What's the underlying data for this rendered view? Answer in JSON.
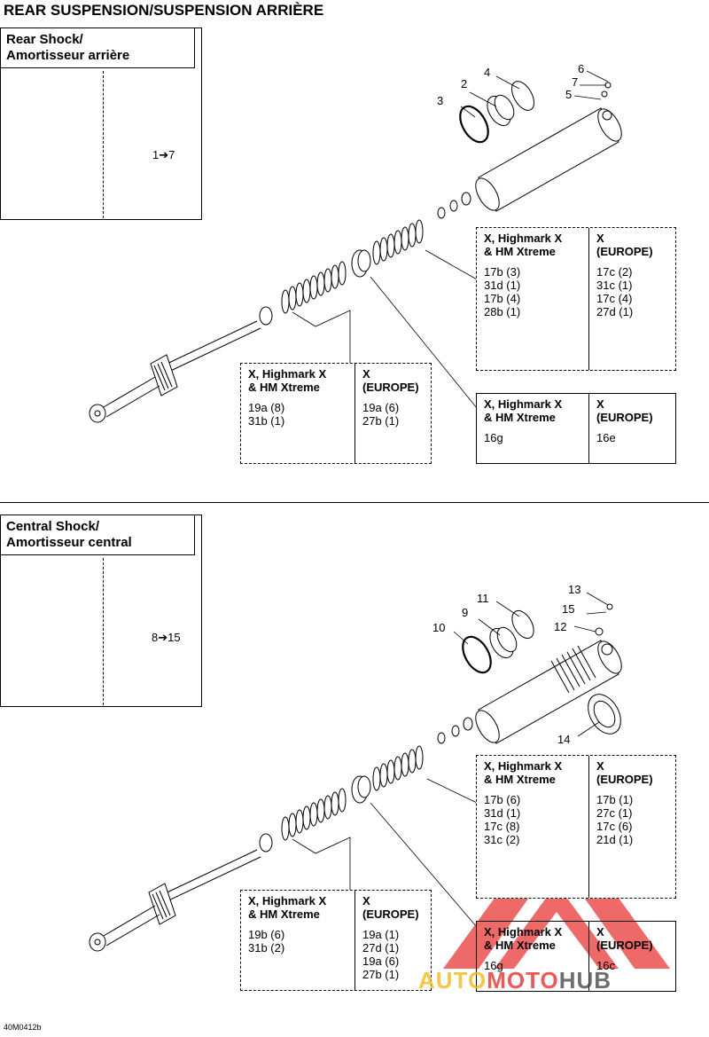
{
  "title": "REAR SUSPENSION/SUSPENSION ARRIÈRE",
  "figure_code": "40M0412b",
  "rear": {
    "title_line1": "Rear Shock/",
    "title_line2": "Amortisseur arrière",
    "range": "1➔7",
    "callouts": [
      "2",
      "3",
      "4",
      "5",
      "6",
      "7"
    ],
    "table_upper": {
      "left_header_1": "X, Highmark X",
      "left_header_2": "& HM Xtreme",
      "right_header_1": "X",
      "right_header_2": "(EUROPE)",
      "left_rows": [
        "17b (3)",
        "31d (1)",
        "17b (4)",
        "28b (1)"
      ],
      "right_rows": [
        "17c (2)",
        "31c (1)",
        "17c (4)",
        "27d (1)"
      ]
    },
    "table_lower": {
      "left_header_1": "X, Highmark X",
      "left_header_2": "& HM Xtreme",
      "right_header_1": "X",
      "right_header_2": "(EUROPE)",
      "left_rows": [
        "19a (8)",
        "31b (1)"
      ],
      "right_rows": [
        "19a (6)",
        "27b (1)"
      ]
    },
    "table_piston": {
      "left_header_1": "X, Highmark X",
      "left_header_2": "& HM Xtreme",
      "right_header_1": "X",
      "right_header_2": "(EUROPE)",
      "left_rows": [
        "16g"
      ],
      "right_rows": [
        "16e"
      ]
    }
  },
  "central": {
    "title_line1": "Central Shock/",
    "title_line2": "Amortisseur central",
    "range": "8➔15",
    "callouts": [
      "9",
      "10",
      "11",
      "12",
      "13",
      "14",
      "15"
    ],
    "table_upper": {
      "left_header_1": "X, Highmark X",
      "left_header_2": "& HM Xtreme",
      "right_header_1": "X",
      "right_header_2": "(EUROPE)",
      "left_rows": [
        "17b (6)",
        "31d (1)",
        "17c (8)",
        "31c (2)"
      ],
      "right_rows": [
        "17b (1)",
        "27c (1)",
        "17c (6)",
        "21d (1)"
      ]
    },
    "table_lower": {
      "left_header_1": "X, Highmark X",
      "left_header_2": "& HM Xtreme",
      "right_header_1": "X",
      "right_header_2": "(EUROPE)",
      "left_rows": [
        "19b (6)",
        "31b (2)"
      ],
      "right_rows": [
        "19a (1)",
        "27d (1)",
        "19a (6)",
        "27b (1)"
      ]
    },
    "table_piston": {
      "left_header_1": "X, Highmark X",
      "left_header_2": "& HM Xtreme",
      "right_header_1": "X",
      "right_header_2": "(EUROPE)",
      "left_rows": [
        "16g"
      ],
      "right_rows": [
        "16c"
      ]
    }
  },
  "watermark": {
    "part1": "AUTO",
    "part2": "MOTO",
    "part3": "HUB",
    "color_red": "#e8312f",
    "color_yellow": "#f5b81c",
    "color_dark": "#4a4a4a"
  }
}
